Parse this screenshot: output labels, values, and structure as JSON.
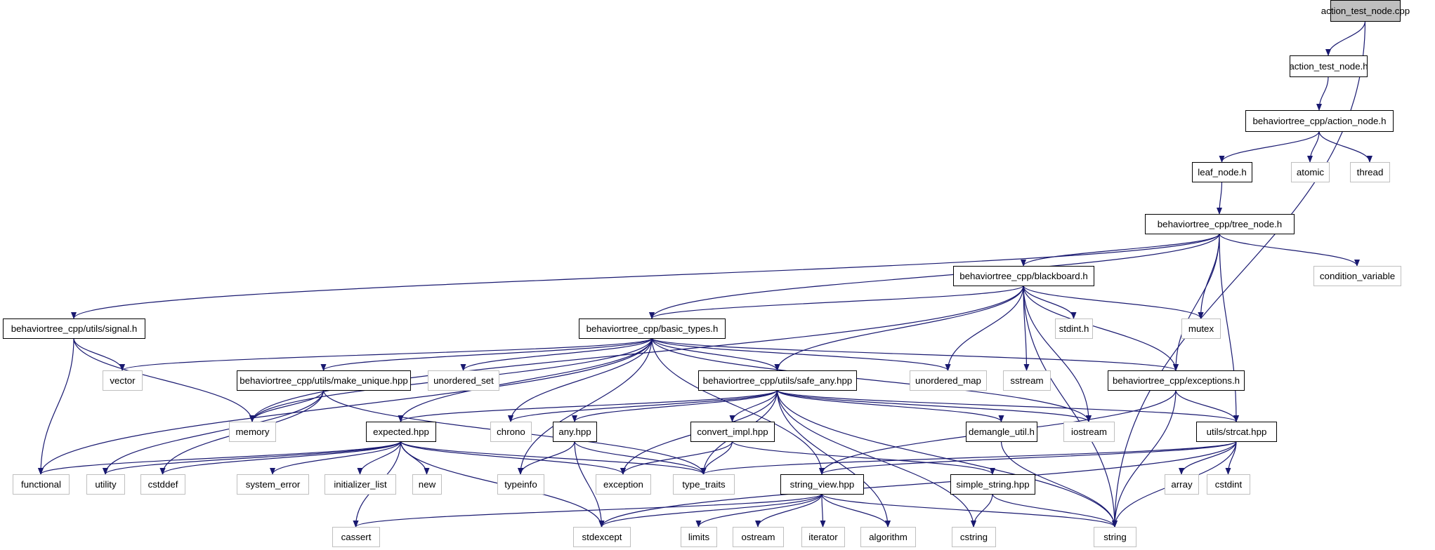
{
  "graph": {
    "colors": {
      "edge": "#191970",
      "root_fill": "#bfbfbf",
      "node_border": "#000000",
      "external_border": "#bfbfbf",
      "text": "#000000"
    },
    "nodes": [
      {
        "id": "action_test_node_cpp",
        "label": "action_test_node.cpp",
        "kind": "root"
      },
      {
        "id": "action_test_node_h",
        "label": "action_test_node.h",
        "kind": "file"
      },
      {
        "id": "action_node_h",
        "label": "behaviortree_cpp/action_node.h",
        "kind": "file"
      },
      {
        "id": "atomic",
        "label": "atomic",
        "kind": "external"
      },
      {
        "id": "thread",
        "label": "thread",
        "kind": "external"
      },
      {
        "id": "leaf_node_h",
        "label": "leaf_node.h",
        "kind": "file"
      },
      {
        "id": "tree_node_h",
        "label": "behaviortree_cpp/tree_node.h",
        "kind": "file"
      },
      {
        "id": "condition_variable",
        "label": "condition_variable",
        "kind": "external"
      },
      {
        "id": "blackboard_h",
        "label": "behaviortree_cpp/blackboard.h",
        "kind": "file"
      },
      {
        "id": "signal_h",
        "label": "behaviortree_cpp/utils/signal.h",
        "kind": "file"
      },
      {
        "id": "basic_types_h",
        "label": "behaviortree_cpp/basic_types.h",
        "kind": "file"
      },
      {
        "id": "stdint_h",
        "label": "stdint.h",
        "kind": "external"
      },
      {
        "id": "mutex",
        "label": "mutex",
        "kind": "external"
      },
      {
        "id": "vector",
        "label": "vector",
        "kind": "external"
      },
      {
        "id": "make_unique_hpp",
        "label": "behaviortree_cpp/utils/make_unique.hpp",
        "kind": "file"
      },
      {
        "id": "unordered_set",
        "label": "unordered_set",
        "kind": "external"
      },
      {
        "id": "safe_any_hpp",
        "label": "behaviortree_cpp/utils/safe_any.hpp",
        "kind": "file"
      },
      {
        "id": "unordered_map",
        "label": "unordered_map",
        "kind": "external"
      },
      {
        "id": "sstream",
        "label": "sstream",
        "kind": "external"
      },
      {
        "id": "exceptions_h",
        "label": "behaviortree_cpp/exceptions.h",
        "kind": "file"
      },
      {
        "id": "memory",
        "label": "memory",
        "kind": "external"
      },
      {
        "id": "expected_hpp",
        "label": "expected.hpp",
        "kind": "file"
      },
      {
        "id": "chrono",
        "label": "chrono",
        "kind": "external"
      },
      {
        "id": "any_hpp",
        "label": "any.hpp",
        "kind": "file"
      },
      {
        "id": "convert_impl_hpp",
        "label": "convert_impl.hpp",
        "kind": "file"
      },
      {
        "id": "demangle_util_h",
        "label": "demangle_util.h",
        "kind": "file"
      },
      {
        "id": "iostream",
        "label": "iostream",
        "kind": "external"
      },
      {
        "id": "strcat_hpp",
        "label": "utils/strcat.hpp",
        "kind": "file"
      },
      {
        "id": "functional",
        "label": "functional",
        "kind": "external"
      },
      {
        "id": "utility",
        "label": "utility",
        "kind": "external"
      },
      {
        "id": "cstddef",
        "label": "cstddef",
        "kind": "external"
      },
      {
        "id": "system_error",
        "label": "system_error",
        "kind": "external"
      },
      {
        "id": "initializer_list",
        "label": "initializer_list",
        "kind": "external"
      },
      {
        "id": "new",
        "label": "new",
        "kind": "external"
      },
      {
        "id": "typeinfo",
        "label": "typeinfo",
        "kind": "external"
      },
      {
        "id": "exception",
        "label": "exception",
        "kind": "external"
      },
      {
        "id": "type_traits",
        "label": "type_traits",
        "kind": "external"
      },
      {
        "id": "string_view_hpp",
        "label": "string_view.hpp",
        "kind": "file"
      },
      {
        "id": "simple_string_hpp",
        "label": "simple_string.hpp",
        "kind": "file"
      },
      {
        "id": "array",
        "label": "array",
        "kind": "external"
      },
      {
        "id": "cstdint",
        "label": "cstdint",
        "kind": "external"
      },
      {
        "id": "cassert",
        "label": "cassert",
        "kind": "external"
      },
      {
        "id": "stdexcept",
        "label": "stdexcept",
        "kind": "external"
      },
      {
        "id": "limits",
        "label": "limits",
        "kind": "external"
      },
      {
        "id": "ostream",
        "label": "ostream",
        "kind": "external"
      },
      {
        "id": "iterator",
        "label": "iterator",
        "kind": "external"
      },
      {
        "id": "algorithm",
        "label": "algorithm",
        "kind": "external"
      },
      {
        "id": "cstring",
        "label": "cstring",
        "kind": "external"
      },
      {
        "id": "string",
        "label": "string",
        "kind": "external"
      }
    ],
    "edges": [
      [
        "action_test_node_cpp",
        "action_test_node_h"
      ],
      [
        "action_test_node_cpp",
        "string"
      ],
      [
        "action_test_node_h",
        "action_node_h"
      ],
      [
        "action_node_h",
        "leaf_node_h"
      ],
      [
        "action_node_h",
        "atomic"
      ],
      [
        "action_node_h",
        "thread"
      ],
      [
        "leaf_node_h",
        "tree_node_h"
      ],
      [
        "tree_node_h",
        "signal_h"
      ],
      [
        "tree_node_h",
        "basic_types_h"
      ],
      [
        "tree_node_h",
        "blackboard_h"
      ],
      [
        "tree_node_h",
        "condition_variable"
      ],
      [
        "tree_node_h",
        "mutex"
      ],
      [
        "tree_node_h",
        "exceptions_h"
      ],
      [
        "tree_node_h",
        "strcat_hpp"
      ],
      [
        "blackboard_h",
        "basic_types_h"
      ],
      [
        "blackboard_h",
        "memory"
      ],
      [
        "blackboard_h",
        "safe_any_hpp"
      ],
      [
        "blackboard_h",
        "unordered_map"
      ],
      [
        "blackboard_h",
        "sstream"
      ],
      [
        "blackboard_h",
        "stdint_h"
      ],
      [
        "blackboard_h",
        "mutex"
      ],
      [
        "blackboard_h",
        "iostream"
      ],
      [
        "blackboard_h",
        "exceptions_h"
      ],
      [
        "blackboard_h",
        "string"
      ],
      [
        "signal_h",
        "vector"
      ],
      [
        "signal_h",
        "memory"
      ],
      [
        "signal_h",
        "functional"
      ],
      [
        "basic_types_h",
        "vector"
      ],
      [
        "basic_types_h",
        "functional"
      ],
      [
        "basic_types_h",
        "make_unique_hpp"
      ],
      [
        "basic_types_h",
        "unordered_set"
      ],
      [
        "basic_types_h",
        "memory"
      ],
      [
        "basic_types_h",
        "safe_any_hpp"
      ],
      [
        "basic_types_h",
        "unordered_map"
      ],
      [
        "basic_types_h",
        "iostream"
      ],
      [
        "basic_types_h",
        "exceptions_h"
      ],
      [
        "basic_types_h",
        "chrono"
      ],
      [
        "basic_types_h",
        "expected_hpp"
      ],
      [
        "basic_types_h",
        "typeinfo"
      ],
      [
        "basic_types_h",
        "string_view_hpp"
      ],
      [
        "make_unique_hpp",
        "memory"
      ],
      [
        "make_unique_hpp",
        "utility"
      ],
      [
        "make_unique_hpp",
        "cstddef"
      ],
      [
        "make_unique_hpp",
        "type_traits"
      ],
      [
        "safe_any_hpp",
        "expected_hpp"
      ],
      [
        "safe_any_hpp",
        "chrono"
      ],
      [
        "safe_any_hpp",
        "any_hpp"
      ],
      [
        "safe_any_hpp",
        "convert_impl_hpp"
      ],
      [
        "safe_any_hpp",
        "demangle_util_h"
      ],
      [
        "safe_any_hpp",
        "iostream"
      ],
      [
        "safe_any_hpp",
        "strcat_hpp"
      ],
      [
        "safe_any_hpp",
        "exception"
      ],
      [
        "safe_any_hpp",
        "type_traits"
      ],
      [
        "safe_any_hpp",
        "algorithm"
      ],
      [
        "safe_any_hpp",
        "cstring"
      ],
      [
        "safe_any_hpp",
        "string"
      ],
      [
        "exceptions_h",
        "strcat_hpp"
      ],
      [
        "exceptions_h",
        "string_view_hpp"
      ],
      [
        "exceptions_h",
        "string"
      ],
      [
        "expected_hpp",
        "functional"
      ],
      [
        "expected_hpp",
        "utility"
      ],
      [
        "expected_hpp",
        "cstddef"
      ],
      [
        "expected_hpp",
        "system_error"
      ],
      [
        "expected_hpp",
        "initializer_list"
      ],
      [
        "expected_hpp",
        "new"
      ],
      [
        "expected_hpp",
        "exception"
      ],
      [
        "expected_hpp",
        "type_traits"
      ],
      [
        "expected_hpp",
        "stdexcept"
      ],
      [
        "expected_hpp",
        "cassert"
      ],
      [
        "any_hpp",
        "typeinfo"
      ],
      [
        "any_hpp",
        "type_traits"
      ],
      [
        "any_hpp",
        "stdexcept"
      ],
      [
        "convert_impl_hpp",
        "exception"
      ],
      [
        "convert_impl_hpp",
        "type_traits"
      ],
      [
        "convert_impl_hpp",
        "simple_string_hpp"
      ],
      [
        "demangle_util_h",
        "string"
      ],
      [
        "strcat_hpp",
        "string_view_hpp"
      ],
      [
        "strcat_hpp",
        "array"
      ],
      [
        "strcat_hpp",
        "cstdint"
      ],
      [
        "strcat_hpp",
        "string"
      ],
      [
        "strcat_hpp",
        "type_traits"
      ],
      [
        "strcat_hpp",
        "stdexcept"
      ],
      [
        "string_view_hpp",
        "cassert"
      ],
      [
        "string_view_hpp",
        "stdexcept"
      ],
      [
        "string_view_hpp",
        "limits"
      ],
      [
        "string_view_hpp",
        "ostream"
      ],
      [
        "string_view_hpp",
        "iterator"
      ],
      [
        "string_view_hpp",
        "algorithm"
      ],
      [
        "string_view_hpp",
        "string"
      ],
      [
        "simple_string_hpp",
        "cstring"
      ],
      [
        "simple_string_hpp",
        "string"
      ]
    ]
  }
}
